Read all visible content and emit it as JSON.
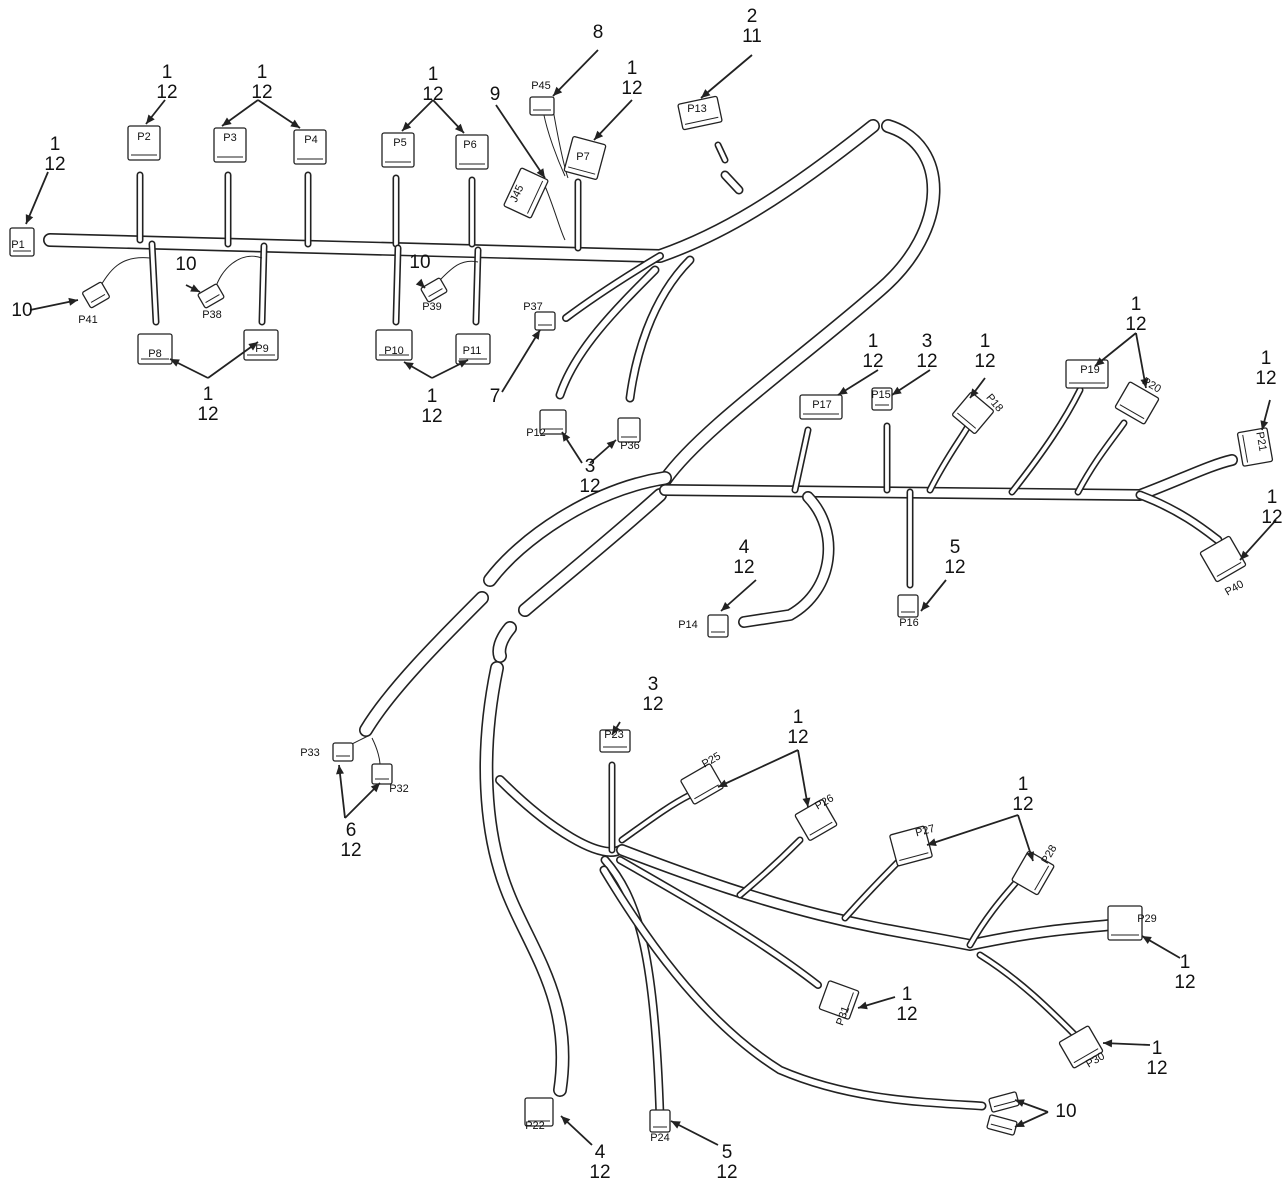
{
  "connectors": [
    "P1",
    "P2",
    "P3",
    "P4",
    "P5",
    "P6",
    "P7",
    "P8",
    "P9",
    "P10",
    "P11",
    "P12",
    "P13",
    "P14",
    "P15",
    "P16",
    "P17",
    "P18",
    "P19",
    "P20",
    "P21",
    "P22",
    "P23",
    "P24",
    "P25",
    "P26",
    "P27",
    "P28",
    "P29",
    "P30",
    "P31",
    "P32",
    "P33",
    "P36",
    "P37",
    "P38",
    "P39",
    "P40",
    "P41",
    "P45",
    "J45"
  ],
  "callouts": {
    "c1": [
      "1",
      "12"
    ],
    "c2": [
      "1",
      "12"
    ],
    "c3": [
      "1",
      "12"
    ],
    "c4": [
      "1",
      "12"
    ],
    "c5": [
      "2",
      "11"
    ],
    "c6": [
      "8"
    ],
    "c7": [
      "9"
    ],
    "c8": [
      "1",
      "12"
    ],
    "c9": [
      "10"
    ],
    "c10": [
      "10"
    ],
    "c11": [
      "10"
    ],
    "c12": [
      "1",
      "12"
    ],
    "c13": [
      "1",
      "12"
    ],
    "c14": [
      "7"
    ],
    "c15": [
      "3",
      "12"
    ],
    "c16": [
      "1",
      "12"
    ],
    "c17": [
      "3",
      "12"
    ],
    "c18": [
      "1",
      "12"
    ],
    "c19": [
      "1",
      "12"
    ],
    "c20": [
      "1",
      "12"
    ],
    "c21": [
      "1",
      "12"
    ],
    "c22": [
      "4",
      "12"
    ],
    "c23": [
      "5",
      "12"
    ],
    "c24": [
      "6",
      "12"
    ],
    "c25": [
      "3",
      "12"
    ],
    "c26": [
      "1",
      "12"
    ],
    "c27": [
      "1",
      "12"
    ],
    "c28": [
      "1",
      "12"
    ],
    "c29": [
      "1",
      "12"
    ],
    "c30": [
      "1",
      "12"
    ],
    "c31": [
      "4",
      "12"
    ],
    "c32": [
      "5",
      "12"
    ],
    "c33": [
      "10"
    ]
  }
}
